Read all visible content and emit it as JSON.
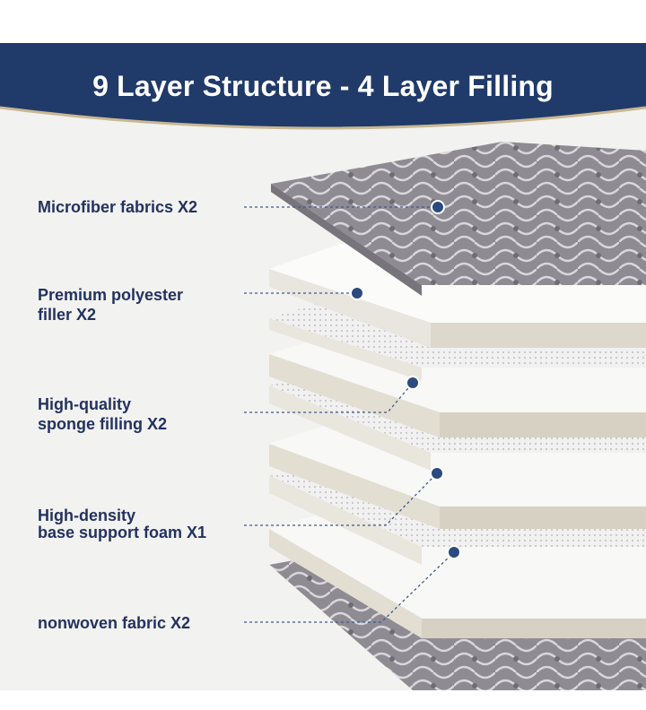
{
  "banner": {
    "title": "9 Layer Structure - 4 Layer Filling"
  },
  "colors": {
    "navy": "#203a6a",
    "label_text": "#23325f",
    "background": "#f2f2f0",
    "quilted_fabric": "#8e8c92",
    "foam": "#e3ded2"
  },
  "labels": [
    {
      "lines": [
        "Microfiber fabrics X2"
      ]
    },
    {
      "lines": [
        "Premium polyester",
        "filler X2"
      ]
    },
    {
      "lines": [
        "High-quality",
        "sponge filling X2"
      ]
    },
    {
      "lines": [
        "High-density",
        "base support foam X1"
      ]
    },
    {
      "lines": [
        "nonwoven fabric X2"
      ]
    }
  ]
}
